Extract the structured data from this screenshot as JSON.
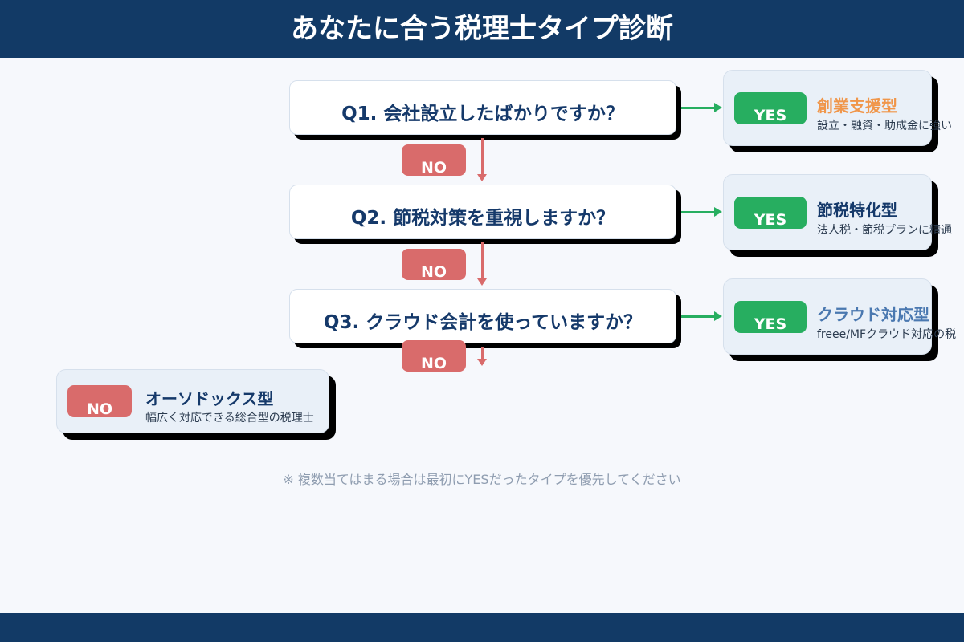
{
  "title": "あなたに合う税理士タイプ診断",
  "questions": [
    {
      "text": "Q1. 会社設立したばかりですか？"
    },
    {
      "text": "Q2. 節税対策を重視しますか？"
    },
    {
      "text": "Q3. クラウド会計を使っていますか？"
    }
  ],
  "yes_label": "YES",
  "no_label": "NO",
  "results": [
    {
      "title": "創業支援型",
      "subtitle": "設立・融資・助成金に強い",
      "color": "#f0964a"
    },
    {
      "title": "節税特化型",
      "subtitle": "法人税・節税プランに精通",
      "color": "#15396a"
    },
    {
      "title": "クラウド対応型",
      "subtitle": "freee/MFクラウド対応の税",
      "color": "#4a78b0"
    }
  ],
  "default_result": {
    "title": "オーソドックス型",
    "subtitle": "幅広く対応できる総合型の税理士"
  },
  "note": "※ 複数当てはまる場合は最初にYESだったタイプを優先してください",
  "colors": {
    "header": "#123a66",
    "yes": "#27ae60",
    "no": "#d96b6b"
  }
}
